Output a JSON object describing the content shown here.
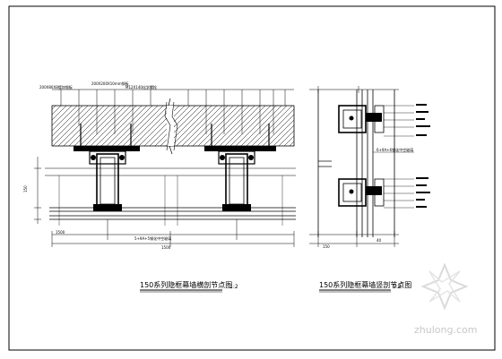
{
  "drawing": {
    "plan_caption": "150系列隐框幕墙横剖节点图",
    "plan_scale": "1:2",
    "section_caption": "150系列隐框幕墙竖剖节点图",
    "section_scale": "1:2"
  },
  "dimensions": {
    "plan_bottom_left": "1500",
    "plan_bottom_right": "1500",
    "plan_side": "150",
    "section_bottom": "150",
    "section_right": "40"
  },
  "labels": {
    "top_1": "200X80X8镀锌钢板",
    "top_2": "200X200X10mm钢板",
    "top_3": "M12X140化学螺栓",
    "bottom_note": "5+9A+5钢化中空玻璃",
    "section_note": "6+9A+6钢化中空玻璃"
  },
  "watermark": {
    "site": "zhulong.com"
  },
  "colors": {
    "line": "#000000",
    "background": "#ffffff",
    "watermark": "#c8c8c8"
  }
}
